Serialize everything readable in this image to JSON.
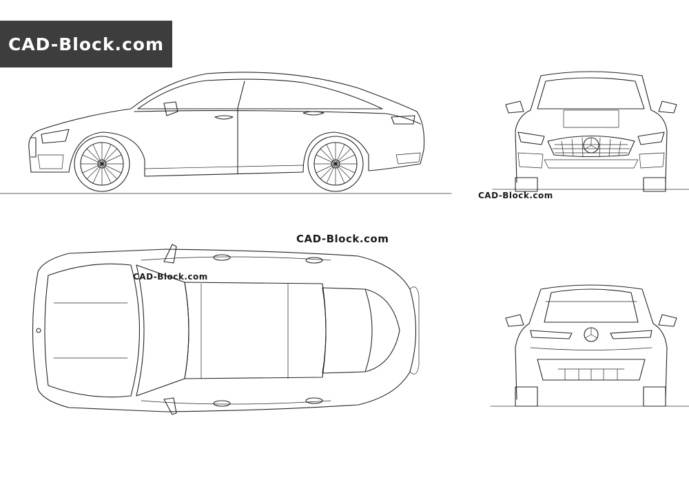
{
  "brand": {
    "badge_label": "CAD-Block.com"
  },
  "watermarks": {
    "front": "CAD-Block.com",
    "top_large": "CAD-Block.com",
    "top_small": "CAD-Block.com"
  },
  "views": [
    "side-view",
    "front-view",
    "top-view",
    "rear-view"
  ],
  "colors": {
    "line": "#222222",
    "badge_background": "#3d3d3d",
    "badge_text": "#ffffff",
    "background": "#ffffff"
  }
}
